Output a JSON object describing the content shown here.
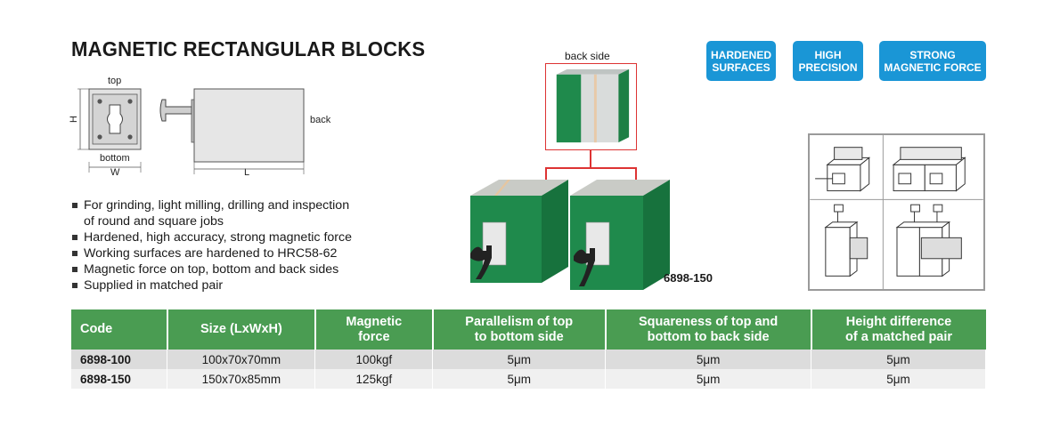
{
  "title": "MAGNETIC RECTANGULAR BLOCKS",
  "drawing": {
    "top": "top",
    "bottom": "bottom",
    "h": "H",
    "w": "W",
    "l": "L",
    "back": "back"
  },
  "features": [
    {
      "line1": "HARDENED",
      "line2": "SURFACES"
    },
    {
      "line1": "HIGH",
      "line2": "PRECISION"
    },
    {
      "line1": "STRONG",
      "line2": "MAGNETIC FORCE"
    }
  ],
  "bullets": [
    "For grinding, light milling, drilling and inspection",
    "of round and square jobs",
    "Hardened, high accuracy, strong magnetic force",
    "Working surfaces are hardened to HRC58-62",
    "Magnetic force on top, bottom and back sides",
    "Supplied in matched pair"
  ],
  "back_side_label": "back side",
  "product_model": "6898-150",
  "table": {
    "headers": [
      {
        "line1": "Code",
        "line2": ""
      },
      {
        "line1": "Size (LxWxH)",
        "line2": ""
      },
      {
        "line1": "Magnetic",
        "line2": "force"
      },
      {
        "line1": "Parallelism of top",
        "line2": "to bottom side"
      },
      {
        "line1": "Squareness of top and",
        "line2": "bottom to back side"
      },
      {
        "line1": "Height difference",
        "line2": "of a matched pair"
      }
    ],
    "rows": [
      [
        "6898-100",
        "100x70x70mm",
        "100kgf",
        "5μm",
        "5μm",
        "5μm"
      ],
      [
        "6898-150",
        "150x70x85mm",
        "125kgf",
        "5μm",
        "5μm",
        "5μm"
      ]
    ]
  },
  "colors": {
    "header_green": "#4a9c52",
    "feature_blue": "#1a96d6",
    "block_green": "#1f8a4c",
    "connector_red": "#dd3333"
  }
}
